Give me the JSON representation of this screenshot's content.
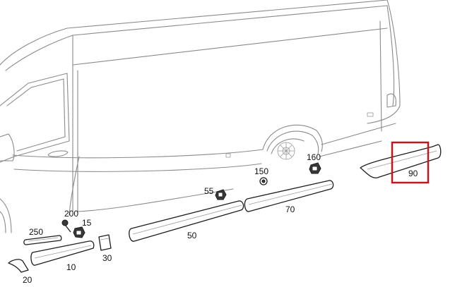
{
  "labels": {
    "p10": "10",
    "p15": "15",
    "p20": "20",
    "p30": "30",
    "p50": "50",
    "p55": "55",
    "p70": "70",
    "p90": "90",
    "p150": "150",
    "p160": "160",
    "p200": "200",
    "p250": "250"
  },
  "colors": {
    "outline": "#8a8a8a",
    "part_stroke": "#1e1e1e",
    "highlight": "#c0181e",
    "background": "#ffffff"
  }
}
